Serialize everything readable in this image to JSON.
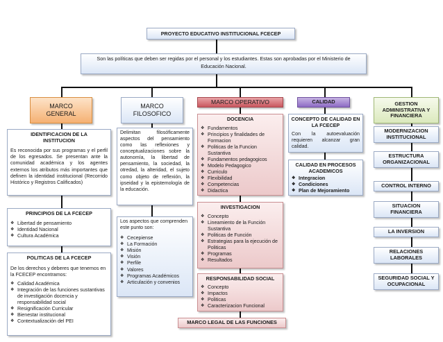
{
  "top": {
    "title": "PROYECTO EDUCATIVO INSTITUCIONAL FCECEP",
    "subtitle": "Son las políticas que deben ser regidas por el personal y los estudiantes. Estas son aprobadas por el Ministerio de Educación Nacional."
  },
  "marco_general": {
    "header": "MARCO GENERAL",
    "identificacion": {
      "title": "IDENTIFICACION DE LA INSTITUCION",
      "text": "Es reconocida por sus programas y el perfil de los egresados. Se presentan ante la comunidad académica y los agentes externos los atributos más importantes que definen la identidad institucional (Recorrido Histórico y Registros Calificados)"
    },
    "principios": {
      "title": "PRINCIPIOS DE LA FCECEP",
      "items": [
        "Libertad de pensamiento",
        "Identidad Nacional",
        "Cultura Académica"
      ]
    },
    "politicas": {
      "title": "POLITICAS DE LA FCECEP",
      "intro": "De los derechos y deberes que tenemos en la FCECEP encontramos:",
      "items": [
        "Calidad Académica",
        "Integración de las funciones sustantivas de investigación docencia y responsabilidad social",
        "Resignificación Curricular",
        "Bienestar institucional",
        "Contextualización del PEI"
      ]
    }
  },
  "marco_filosofico": {
    "header": "MARCO FILOSOFICO",
    "text": "Delimitan filosóficamente aspectos del pensamiento como las reflexiones y conceptualizaciones sobre la autonomía, la libertad de pensamiento, la sociedad, la otredad, la alteridad, el sujeto como objeto de reflexión, la ipseidad y la epistemología de la educación.",
    "aspectos": {
      "intro": "Los aspectos que comprenden este punto son:",
      "items": [
        "Cecepiense",
        "La Formación",
        "Misión",
        "Visión",
        "Perfile",
        "Valores",
        "Programas Académicos",
        "Articulación y convenios"
      ]
    }
  },
  "marco_operativo": {
    "header": "MARCO OPERATIVO",
    "docencia": {
      "title": "DOCENCIA",
      "items": [
        "Fundamentos",
        "Principios y finalidades de Formacion",
        "Politicas de la Funcion Sustantiva",
        "Fundamentos pedagogicos",
        "Modelo Pedagogico",
        "Curriculo",
        "Flexibilidad",
        "Competencias",
        "Didactica"
      ]
    },
    "investigacion": {
      "title": "INVESTIGACION",
      "items": [
        "Concepto",
        "Lineamiento de la Función Sustantiva",
        "Politicas de Función",
        "Estrategias para la ejecución de Politicas",
        "Programas",
        "Resultados"
      ]
    },
    "responsabilidad": {
      "title": "RESPONSABILIDAD SOCIAL",
      "items": [
        "Concepto",
        "Impactos",
        "Politicas",
        "Caracterizacion Funcional"
      ]
    },
    "marco_legal": "MARCO LEGAL DE LAS FUNCIONES"
  },
  "calidad": {
    "header": "CALIDAD",
    "concepto": {
      "title": "CONCEPTO DE CALIDAD EN LA FCECEP",
      "text": "Con la autoevaluación requieren alcanzar gran calidad."
    },
    "procesos": {
      "title": "CALIDAD EN PROCESOS ACADEMICOS",
      "items": [
        "Integracion",
        "Condiciones",
        "Plan de Mejoramiento"
      ]
    }
  },
  "gestion": {
    "header": "GESTION ADMINISTRATIVA Y FINANCIERA",
    "items": [
      "MODERNIZACION INSTITUCIONAL",
      "ESTRUCTURA ORGANIZACIONAL",
      "CONTROL INTERNO",
      "SITUACION FINANCIERA",
      "LA INVERSION",
      "RELACIONES LABORALES",
      "SEGURIDAD SOCIAL Y OCUPACIONAL"
    ]
  }
}
